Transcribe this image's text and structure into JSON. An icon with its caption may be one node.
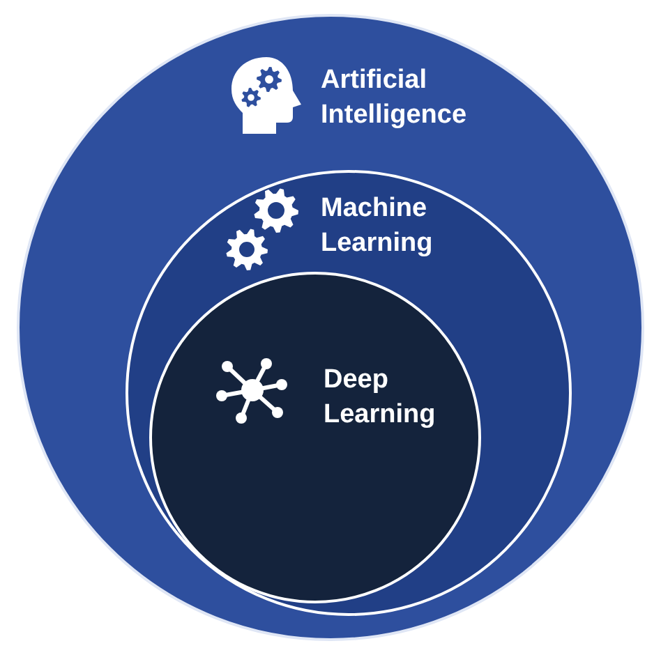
{
  "diagram": {
    "nodes": [
      {
        "text": [
          "Artificial Intelligence"
        ]
      },
      {
        "text": [
          "Machine Learning"
        ],
        "in": 0
      },
      {
        "text": [
          "Deep Learning"
        ],
        "in": 1
      }
    ]
  }
}
